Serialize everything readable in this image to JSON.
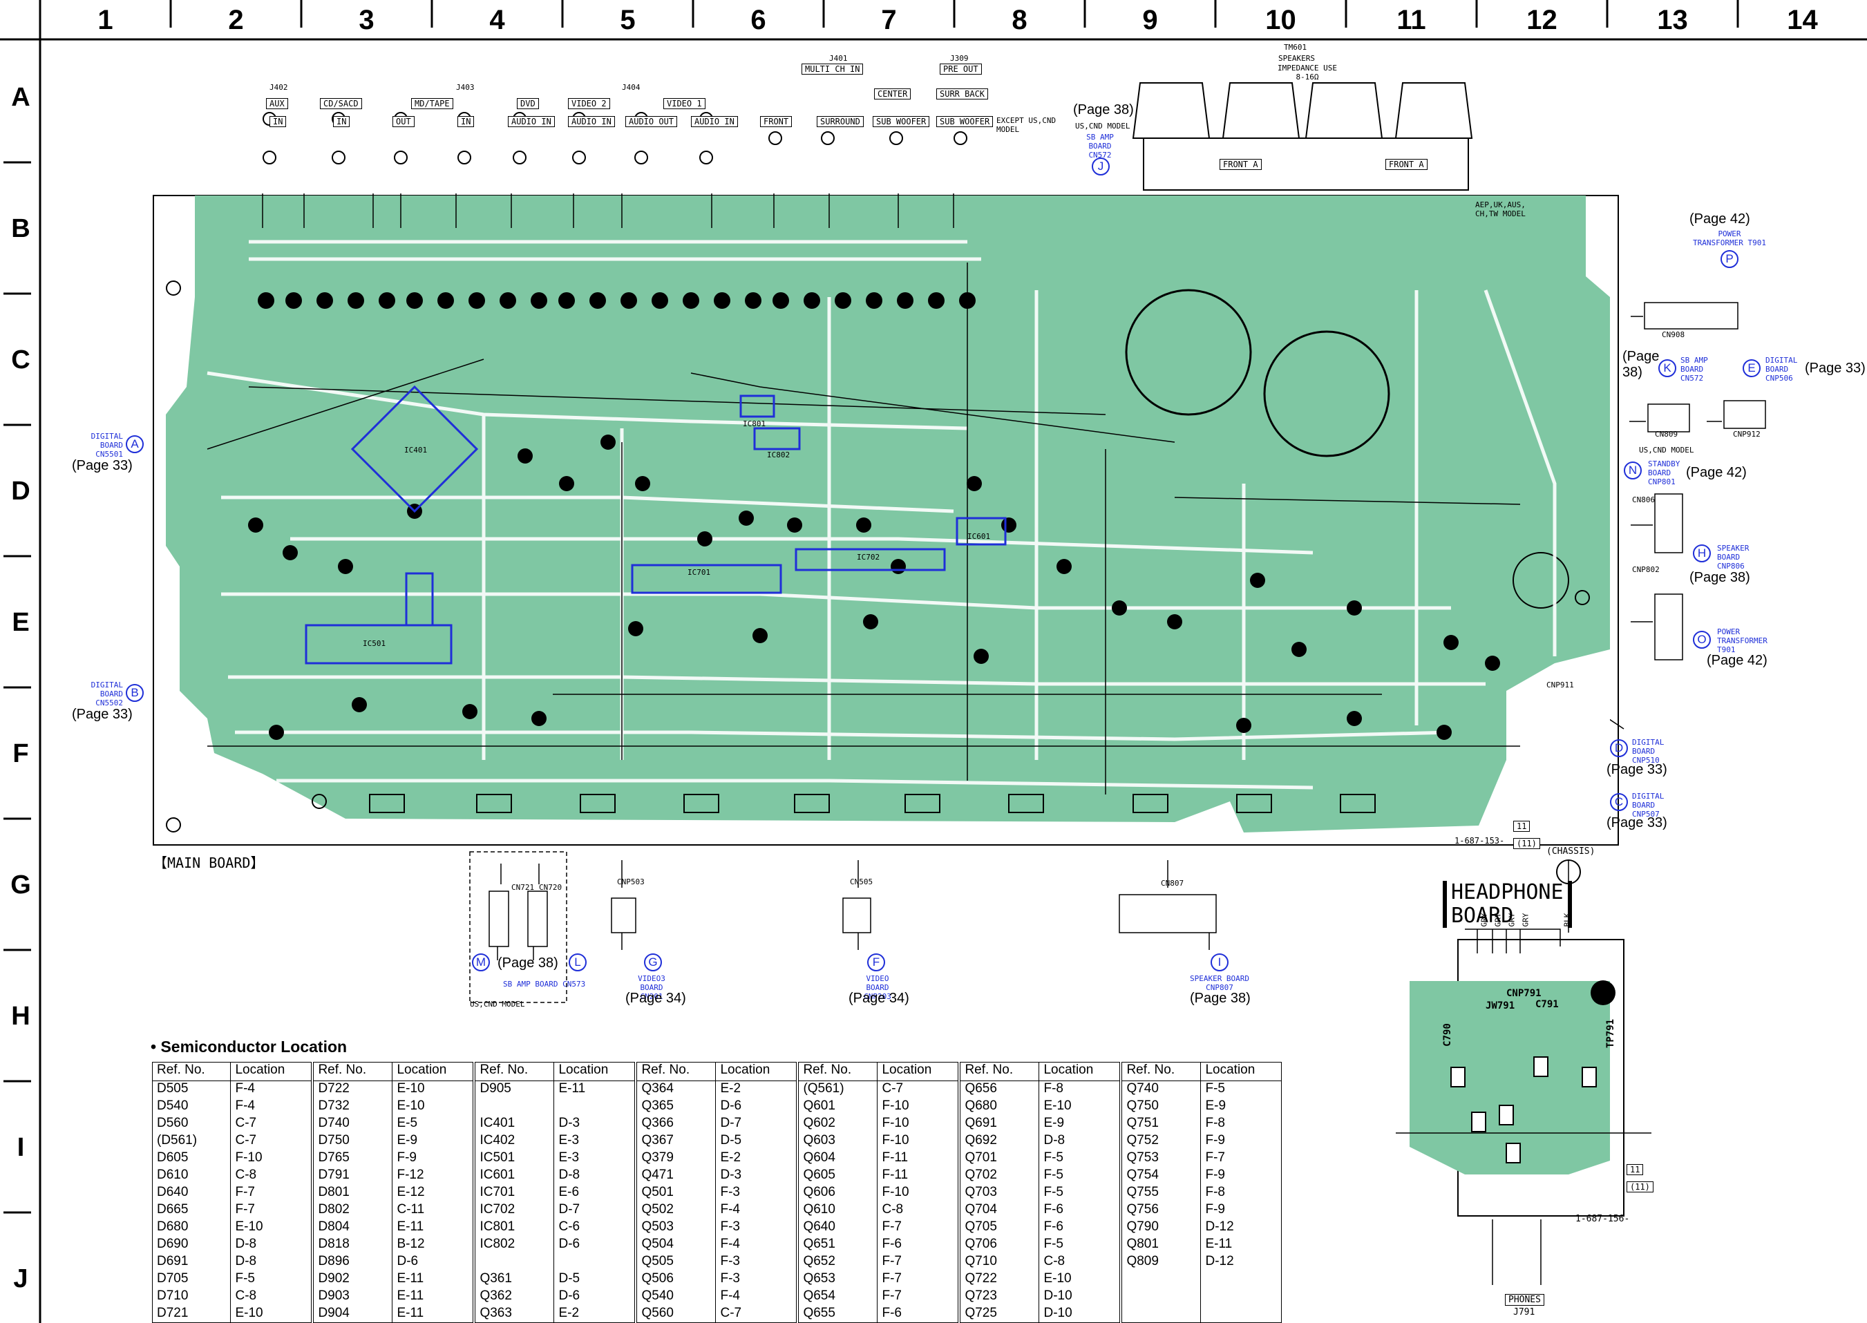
{
  "grid": {
    "columns": [
      "1",
      "2",
      "3",
      "4",
      "5",
      "6",
      "7",
      "8",
      "9",
      "10",
      "11",
      "12",
      "13",
      "14"
    ],
    "rows": [
      "A",
      "B",
      "C",
      "D",
      "E",
      "F",
      "G",
      "H",
      "I",
      "J"
    ]
  },
  "colors": {
    "board": "#7fc7a3",
    "trace": "#ffffff",
    "ic_outline": "#1f2fd8",
    "connector_text": "#1f2fd8"
  },
  "main_board": {
    "label": "【MAIN BOARD】",
    "code": "1-687-153-",
    "code_box": "11",
    "code_box2": "(11)"
  },
  "top_connectors": {
    "j402": "J402",
    "j403": "J403",
    "j404": "J404",
    "j401": "J401",
    "j309": "J309",
    "tm601": "TM601",
    "aux": "AUX",
    "cd_sacd": "CD/SACD",
    "md_tape": "MD/TAPE",
    "dvd": "DVD",
    "video2": "VIDEO 2",
    "video1": "VIDEO 1",
    "in": "IN",
    "out": "OUT",
    "audio_in": "AUDIO IN",
    "audio_out": "AUDIO OUT",
    "multi_ch_in": "MULTI CH IN",
    "front": "FRONT",
    "surround": "SURROUND",
    "sub_woofer": "SUB WOOFER",
    "center": "CENTER",
    "pre_out": "PRE OUT",
    "surr_back": "SURR BACK",
    "except_us_cnd": "EXCEPT US,CND MODEL",
    "speakers": "SPEAKERS",
    "impedance": "IMPEDANCE USE 8-16Ω",
    "front_a": "FRONT A",
    "aep_uk": "AEP,UK,AUS, CH,TW MODEL"
  },
  "side_refs": {
    "a_label": "DIGITAL BOARD CN5501",
    "a_circle": "A",
    "a_page": "(Page 33)",
    "b_label": "DIGITAL BOARD CN5502",
    "b_circle": "B",
    "b_page": "(Page 33)",
    "j_page": "(Page 38)",
    "j_label": "US,CND MODEL",
    "j_board": "SB AMP BOARD CN572",
    "j_circle": "J",
    "p_page": "(Page 42)",
    "p_label": "POWER TRANSFORMER T901",
    "p_circle": "P",
    "k_page": "(Page 38)",
    "k_label": "SB AMP BOARD CN572",
    "k_circle": "K",
    "e_label": "DIGITAL BOARD CNP506",
    "e_circle": "E",
    "e_page": "(Page 33)",
    "n_label": "STANDBY BOARD CNP801",
    "n_circle": "N",
    "n_page": "(Page 42)",
    "h_label": "SPEAKER BOARD CNP806",
    "h_circle": "H",
    "h_page": "(Page 38)",
    "o_label": "POWER TRANSFORMER T901",
    "o_circle": "O",
    "o_page": "(Page 42)",
    "d_label": "DIGITAL BOARD CNP510",
    "d_circle": "D",
    "d_page": "(Page 33)",
    "c_label": "DIGITAL BOARD CNP507",
    "c_circle": "C",
    "c_page": "(Page 33)",
    "cn908": "CN908",
    "cn809": "CN809",
    "cnp912": "CNP912",
    "cn806": "CN806",
    "cnp802": "CNP802",
    "cnp911": "CNP911",
    "us_cnd": "US,CND MODEL"
  },
  "bottom_refs": {
    "cn721": "CN721",
    "cn720": "CN720",
    "m_circle": "M",
    "l_circle": "L",
    "ml_page": "(Page 38)",
    "ml_board": "SB AMP BOARD CN573",
    "ml_model": "US,CND MODEL",
    "cnp503": "CNP503",
    "g_circle": "G",
    "g_board": "VIDEO3 BOARD CN201",
    "g_page": "(Page 34)",
    "cn505": "CN505",
    "f_circle": "F",
    "f_board": "VIDEO BOARD CNP203",
    "f_page": "(Page 34)",
    "cn807": "CN807",
    "i_circle": "I",
    "i_board": "SPEAKER BOARD CNP807",
    "i_page": "(Page 38)"
  },
  "headphone_board": {
    "title_line1": "HEADPHONE",
    "title_line2": "BOARD",
    "chassis": "(CHASSIS)",
    "cnp791": "CNP791",
    "jw791": "JW791",
    "c791": "C791",
    "c790": "C790",
    "tp791": "TP791",
    "phones": "PHONES",
    "j791": "J791",
    "code": "1-687-156-",
    "code_box": "11",
    "code_box2": "(11)",
    "wires": [
      "GRY",
      "GRY",
      "GRY",
      "GRY",
      "BLK"
    ]
  },
  "ic_labels": [
    "IC401",
    "IC501",
    "IC601",
    "IC701",
    "IC702",
    "IC801",
    "IC802",
    "IC601"
  ],
  "semiconductor": {
    "title": "• Semiconductor Location",
    "header_ref": "Ref. No.",
    "header_loc": "Location",
    "columns": [
      [
        [
          "D505",
          "F-4"
        ],
        [
          "D540",
          "F-4"
        ],
        [
          "D560",
          "C-7"
        ],
        [
          "(D561)",
          "C-7"
        ],
        [
          "D605",
          "F-10"
        ],
        [
          "D610",
          "C-8"
        ],
        [
          "D640",
          "F-7"
        ],
        [
          "D665",
          "F-7"
        ],
        [
          "D680",
          "E-10"
        ],
        [
          "D690",
          "D-8"
        ],
        [
          "D691",
          "D-8"
        ],
        [
          "D705",
          "F-5"
        ],
        [
          "D710",
          "C-8"
        ],
        [
          "D721",
          "E-10"
        ]
      ],
      [
        [
          "D722",
          "E-10"
        ],
        [
          "D732",
          "E-10"
        ],
        [
          "D740",
          "E-5"
        ],
        [
          "D750",
          "E-9"
        ],
        [
          "D765",
          "F-9"
        ],
        [
          "D791",
          "F-12"
        ],
        [
          "D801",
          "E-12"
        ],
        [
          "D802",
          "C-11"
        ],
        [
          "D804",
          "E-11"
        ],
        [
          "D818",
          "B-12"
        ],
        [
          "D896",
          "D-6"
        ],
        [
          "D902",
          "E-11"
        ],
        [
          "D903",
          "E-11"
        ],
        [
          "D904",
          "E-11"
        ]
      ],
      [
        [
          "D905",
          "E-11"
        ],
        [
          "",
          ""
        ],
        [
          "IC401",
          "D-3"
        ],
        [
          "IC402",
          "E-3"
        ],
        [
          "IC501",
          "E-3"
        ],
        [
          "IC601",
          "D-8"
        ],
        [
          "IC701",
          "E-6"
        ],
        [
          "IC702",
          "D-7"
        ],
        [
          "IC801",
          "C-6"
        ],
        [
          "IC802",
          "D-6"
        ],
        [
          "",
          ""
        ],
        [
          "Q361",
          "D-5"
        ],
        [
          "Q362",
          "D-6"
        ],
        [
          "Q363",
          "E-2"
        ]
      ],
      [
        [
          "Q364",
          "E-2"
        ],
        [
          "Q365",
          "D-6"
        ],
        [
          "Q366",
          "D-7"
        ],
        [
          "Q367",
          "D-5"
        ],
        [
          "Q379",
          "E-2"
        ],
        [
          "Q471",
          "D-3"
        ],
        [
          "Q501",
          "F-3"
        ],
        [
          "Q502",
          "F-4"
        ],
        [
          "Q503",
          "F-3"
        ],
        [
          "Q504",
          "F-4"
        ],
        [
          "Q505",
          "F-3"
        ],
        [
          "Q506",
          "F-3"
        ],
        [
          "Q540",
          "F-4"
        ],
        [
          "Q560",
          "C-7"
        ]
      ],
      [
        [
          "(Q561)",
          "C-7"
        ],
        [
          "Q601",
          "F-10"
        ],
        [
          "Q602",
          "F-10"
        ],
        [
          "Q603",
          "F-10"
        ],
        [
          "Q604",
          "F-11"
        ],
        [
          "Q605",
          "F-11"
        ],
        [
          "Q606",
          "F-10"
        ],
        [
          "Q610",
          "C-8"
        ],
        [
          "Q640",
          "F-7"
        ],
        [
          "Q651",
          "F-6"
        ],
        [
          "Q652",
          "F-7"
        ],
        [
          "Q653",
          "F-7"
        ],
        [
          "Q654",
          "F-7"
        ],
        [
          "Q655",
          "F-6"
        ]
      ],
      [
        [
          "Q656",
          "F-8"
        ],
        [
          "Q680",
          "E-10"
        ],
        [
          "Q691",
          "E-9"
        ],
        [
          "Q692",
          "D-8"
        ],
        [
          "Q701",
          "F-5"
        ],
        [
          "Q702",
          "F-5"
        ],
        [
          "Q703",
          "F-5"
        ],
        [
          "Q704",
          "F-6"
        ],
        [
          "Q705",
          "F-6"
        ],
        [
          "Q706",
          "F-5"
        ],
        [
          "Q710",
          "C-8"
        ],
        [
          "Q722",
          "E-10"
        ],
        [
          "Q723",
          "D-10"
        ],
        [
          "Q725",
          "D-10"
        ]
      ],
      [
        [
          "Q740",
          "F-5"
        ],
        [
          "Q750",
          "E-9"
        ],
        [
          "Q751",
          "F-8"
        ],
        [
          "Q752",
          "F-9"
        ],
        [
          "Q753",
          "F-7"
        ],
        [
          "Q754",
          "F-9"
        ],
        [
          "Q755",
          "F-8"
        ],
        [
          "Q756",
          "F-9"
        ],
        [
          "Q790",
          "D-12"
        ],
        [
          "Q801",
          "E-11"
        ],
        [
          "Q809",
          "D-12"
        ],
        [
          "",
          ""
        ],
        [
          "",
          ""
        ],
        [
          "",
          ""
        ]
      ]
    ]
  }
}
